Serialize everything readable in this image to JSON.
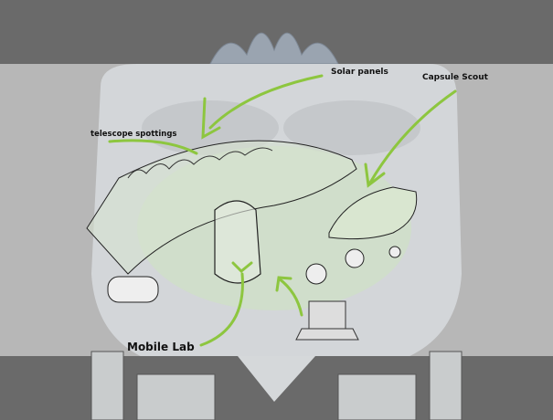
{
  "labels": {
    "solar_panels": "Solar panels",
    "capsule_scout": "Capsule Scout",
    "telescope_spottings": "telescope spottings",
    "mobile_lab": "Mobile Lab"
  },
  "colors": {
    "arrow": "#8dc63f",
    "band": "#b7b7b7",
    "dark": "#6a6a6a"
  }
}
